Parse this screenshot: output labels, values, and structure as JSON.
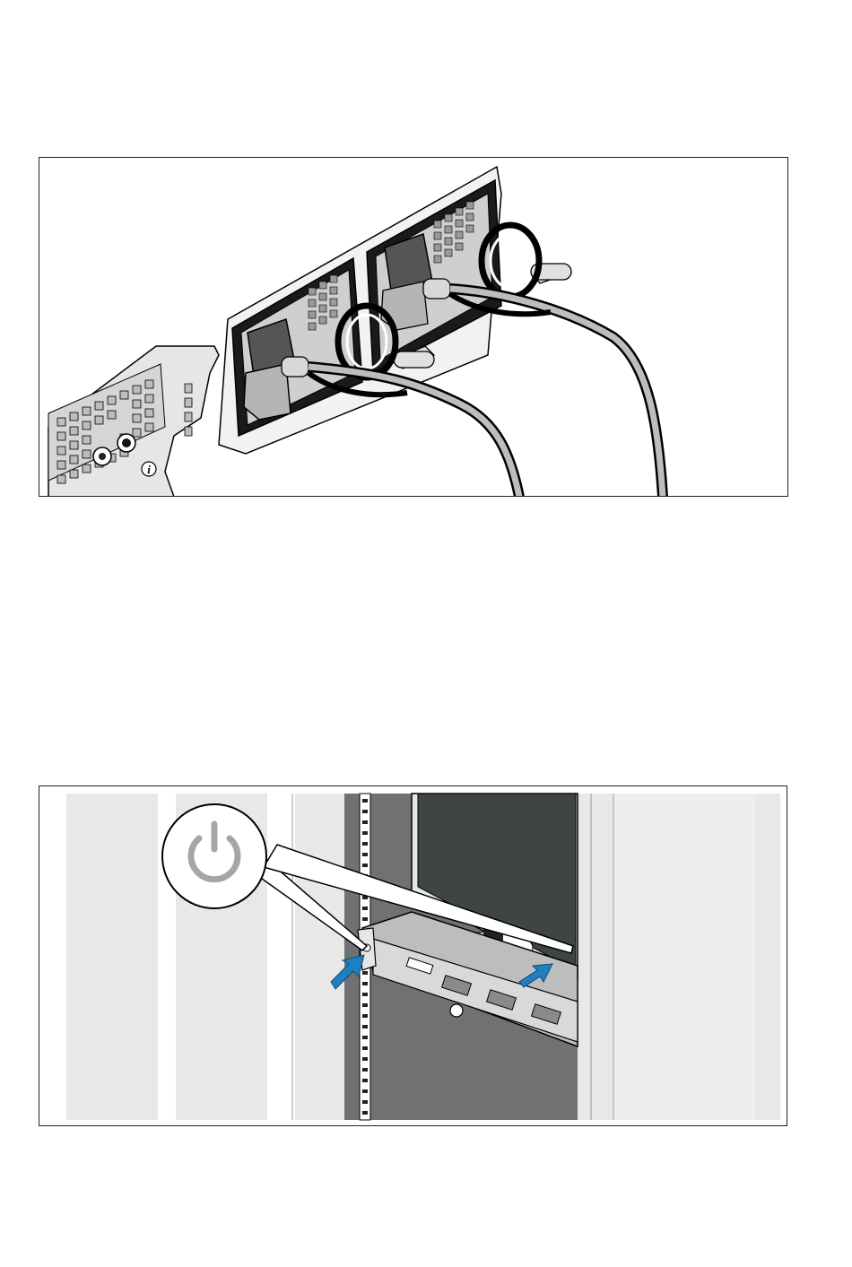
{
  "page": {
    "figures": [
      {
        "id": "fig1",
        "kind": "illustration",
        "subject": "power-cables-connected-to-psus"
      },
      {
        "id": "fig2",
        "kind": "illustration",
        "subject": "power-button-on-rack-server"
      }
    ]
  },
  "colors": {
    "outline": "#000000",
    "metal_light": "#e6e6e6",
    "metal_mid": "#bdbdbd",
    "metal_dark": "#8a8a8a",
    "rack_gray": "#6f7172",
    "monitor_dark": "#3f4544",
    "arrow_blue": "#1f7fbf",
    "power_icon_gray": "#a6a6a6"
  },
  "icons": {
    "power_symbol": "power-icon",
    "info_symbol": "info-icon",
    "arrow": "press-arrow-icon"
  }
}
